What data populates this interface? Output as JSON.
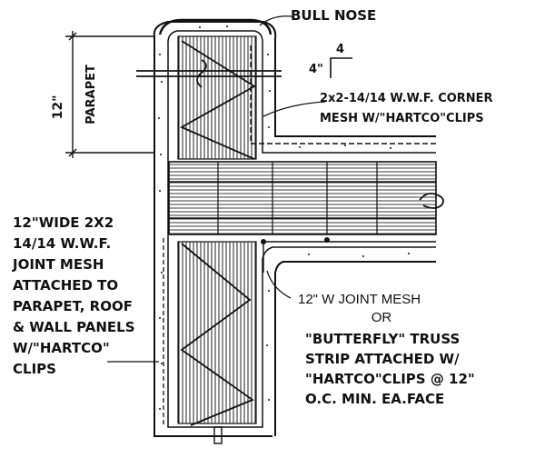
{
  "labels": {
    "bull_nose": "BULL NOSE",
    "dim_small_a": "4",
    "dim_small_b": "4\"",
    "parapet_height": "12\"",
    "parapet": "PARAPET",
    "corner_mesh_line1": "2x2-14/14 W.W.F. CORNER",
    "corner_mesh_line2": "MESH W/\"HARTCO\"CLIPS",
    "joint_mesh_lines": [
      "12\"WIDE 2X2",
      "14/14 W.W.F.",
      "JOINT MESH",
      "ATTACHED TO",
      "PARAPET, ROOF",
      "& WALL PANELS",
      "W/\"HARTCO\"",
      "CLIPS"
    ],
    "joint_mesh_w": "12\" W JOINT MESH",
    "or": "OR",
    "butterfly_lines": [
      "\"BUTTERFLY\" TRUSS",
      "STRIP ATTACHED W/",
      "\"HARTCO\"CLIPS @ 12\"",
      "O.C. MIN. EA.FACE"
    ]
  },
  "colors": {
    "ink": "#111111",
    "paper": "#ffffff"
  }
}
